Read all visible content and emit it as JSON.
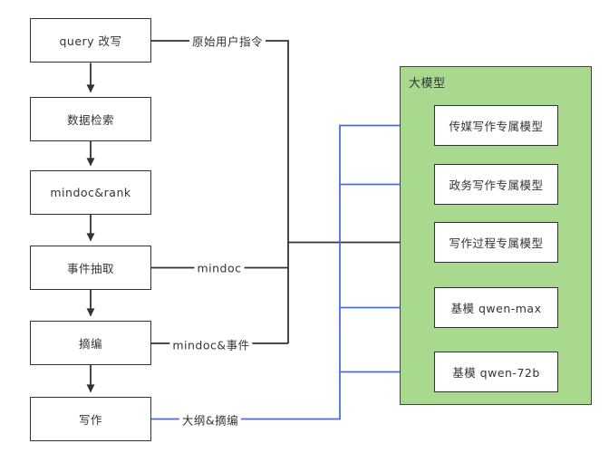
{
  "diagram": {
    "background": "#ffffff",
    "colors": {
      "line_black": "#333333",
      "line_blue": "#4a6edb",
      "panel_fill": "#a9d88f",
      "panel_border": "#3c4a3c",
      "node_fill": "#ffffff"
    },
    "pipeline_nodes": [
      {
        "label": "query 改写"
      },
      {
        "label": "数据检索"
      },
      {
        "label": "mindoc&rank"
      },
      {
        "label": "事件抽取"
      },
      {
        "label": "摘编"
      },
      {
        "label": "写作"
      }
    ],
    "panel": {
      "title": "大模型"
    },
    "model_nodes": [
      {
        "label": "传媒写作专属模型"
      },
      {
        "label": "政务写作专属模型"
      },
      {
        "label": "写作过程专属模型"
      },
      {
        "label": "基模 qwen-max"
      },
      {
        "label": "基模 qwen-72b"
      }
    ],
    "edge_labels": [
      {
        "text": "原始用户指令"
      },
      {
        "text": "mindoc"
      },
      {
        "text": "mindoc&事件"
      },
      {
        "text": "大纲&摘编"
      }
    ]
  }
}
